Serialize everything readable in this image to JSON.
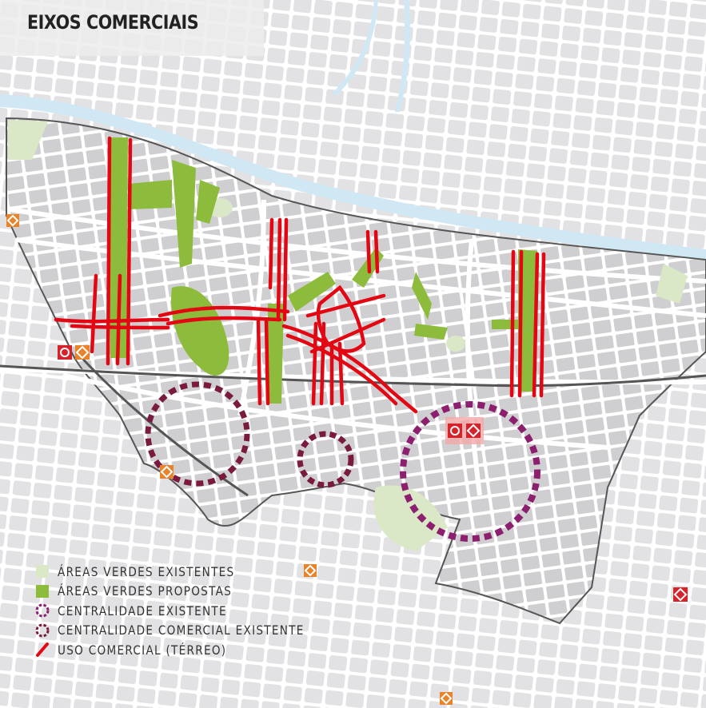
{
  "title": "EIXOS COMERCIAIS",
  "colors": {
    "background": "#e9e9ea",
    "block": "#d9d9db",
    "road": "#ffffff",
    "river": "#cfe8f3",
    "green_existing": "#dbe8c8",
    "green_proposed": "#8dbb3c",
    "commercial": "#e30613",
    "centrality": "#8c1f6e",
    "commercial_centrality": "#7a1a3e",
    "metro_orange": "#e8832a",
    "train_red": "#d6232a"
  },
  "legend": [
    {
      "label": "ÁREAS VERDES EXISTENTES",
      "swatch": "green-existing"
    },
    {
      "label": "ÁREAS VERDES PROPOSTAS",
      "swatch": "green-proposed"
    },
    {
      "label": "CENTRALIDADE EXISTENTE",
      "swatch": "centrality"
    },
    {
      "label": "CENTRALIDADE COMERCIAL EXISTENTE",
      "swatch": "commercial-centrality"
    },
    {
      "label": "USO COMERCIAL (TÉRREO)",
      "swatch": "commercial-line"
    }
  ],
  "stations": [
    {
      "type": "metro",
      "icon": "metro-station-icon"
    },
    {
      "type": "train+metro",
      "icon": "train-metro-station-icon"
    }
  ]
}
